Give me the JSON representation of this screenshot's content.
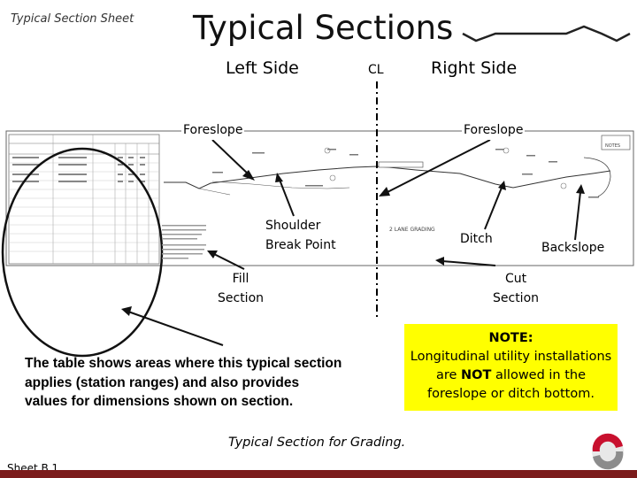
{
  "header": {
    "corner_title": "Typical Section Sheet",
    "main_title": "Typical Sections"
  },
  "sides": {
    "left": "Left  Side",
    "right": "Right  Side",
    "centerline": "CL"
  },
  "callouts": {
    "foreslope_left": "Foreslope",
    "foreslope_right": "Foreslope",
    "shoulder_break_line1": "Shoulder",
    "shoulder_break_line2": "Break Point",
    "ditch": "Ditch",
    "backslope": "Backslope",
    "fill_line1": "Fill",
    "fill_line2": "Section",
    "cut_line1": "Cut",
    "cut_line2": "Section"
  },
  "drawing": {
    "grading_label": "2 LANE GRADING",
    "notes_tag": "NOTES"
  },
  "explanation": "The table shows areas where this typical section applies (station ranges) and also provides values for dimensions shown on section.",
  "note": {
    "heading": "NOTE:",
    "line1": "Longitudinal utility installations",
    "line2_prefix": "are ",
    "line2_bold": "NOT",
    "line2_suffix": " allowed in the",
    "line3": "foreslope or ditch bottom."
  },
  "caption": "Typical Section for Grading.",
  "footer": {
    "sheet": "Sheet B.1"
  },
  "colors": {
    "note_bg": "#ffff00",
    "footer_bar": "#7b1c1c",
    "logo_red": "#c8102e"
  }
}
